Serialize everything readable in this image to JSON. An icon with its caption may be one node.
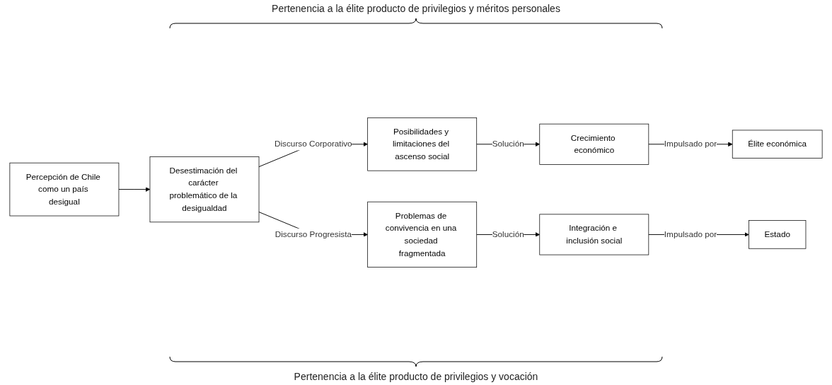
{
  "diagram": {
    "nodes": [
      {
        "text": [
          "Percepción de Chile como un país desigual"
        ]
      },
      {
        "text": [
          "Desestimación del carácter problemático de la desigualdad"
        ]
      },
      {
        "text": [
          "Posibilidades y limitaciones del ascenso social"
        ]
      },
      {
        "text": [
          "Crecimiento económico"
        ]
      },
      {
        "text": [
          "Élite económica"
        ]
      },
      {
        "text": [
          "Problemas de convivencia en una sociedad fragmentada"
        ]
      },
      {
        "text": [
          "Integración e inclusión social"
        ]
      },
      {
        "text": [
          "Estado"
        ]
      }
    ],
    "edges": [
      {
        "from": 0,
        "to": 1,
        "arrow": "to"
      },
      {
        "from": 1,
        "to": 2,
        "arrow": "to",
        "label": "Discurso Corporativo"
      },
      {
        "from": 2,
        "to": 3,
        "arrow": "to",
        "label": "Solución"
      },
      {
        "from": 3,
        "to": 4,
        "arrow": "to",
        "label": "Impulsado por"
      },
      {
        "from": 1,
        "to": 5,
        "arrow": "to",
        "label": "Discurso Progresista"
      },
      {
        "from": 5,
        "to": 6,
        "arrow": "to",
        "label": "Solución"
      },
      {
        "from": 6,
        "to": 7,
        "arrow": "to",
        "label": "Impulsado por"
      }
    ],
    "labels": [
      "Pertenencia a la élite producto de privilegios y méritos personales",
      "Pertenencia a la élite producto de privilegios y vocación"
    ]
  }
}
